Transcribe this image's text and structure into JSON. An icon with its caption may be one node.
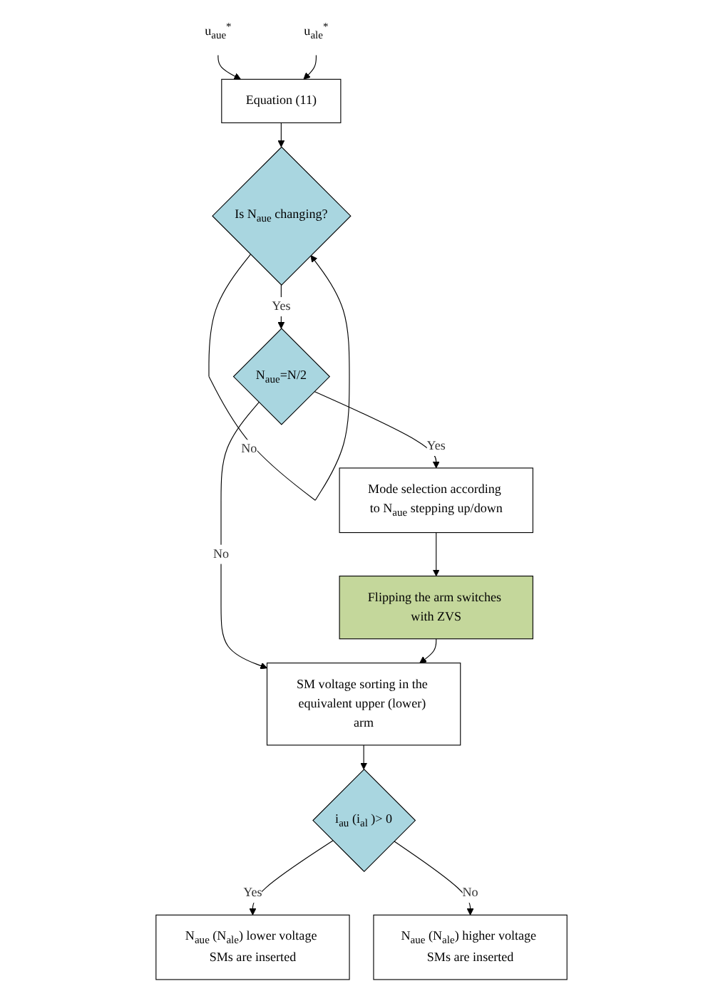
{
  "diagram": {
    "nodes": [
      {
        "text": [
          "u$_{aue}$$^{*}$"
        ]
      },
      {
        "text": [
          "u$_{ale}$$^{*}$"
        ]
      },
      {
        "text": [
          "Equation (11)"
        ]
      },
      {
        "text": [
          "Is N$_{aue}$ changing?"
        ]
      },
      {
        "text": [
          "N$_{aue}$=N/2"
        ]
      },
      {
        "text": [
          "Mode selection according to N$_{aue}$ stepping up/down"
        ]
      },
      {
        "text": [
          "Flipping the arm switches with ZVS"
        ]
      },
      {
        "text": [
          "SM voltage sorting in the equivalent upper (lower) arm"
        ]
      },
      {
        "text": [
          "i$_{au}$ (i$_{al}$ )> 0"
        ]
      },
      {
        "text": [
          "N$_{aue}$ (N$_{ale}$) lower voltage SMs are inserted"
        ]
      },
      {
        "text": [
          "N$_{aue}$ (N$_{ale}$) higher voltage SMs are inserted"
        ]
      }
    ],
    "edges": [
      {
        "from": 0,
        "to": 2,
        "arrow": "to"
      },
      {
        "from": 1,
        "to": 2,
        "arrow": "to"
      },
      {
        "from": 2,
        "to": 3,
        "arrow": "to"
      },
      {
        "from": 3,
        "to": 3,
        "arrow": "to",
        "label": "No"
      },
      {
        "from": 3,
        "to": 4,
        "arrow": "to",
        "label": "Yes"
      },
      {
        "from": 4,
        "to": 5,
        "arrow": "to",
        "label": "Yes"
      },
      {
        "from": 4,
        "to": 7,
        "arrow": "to",
        "label": "No"
      },
      {
        "from": 5,
        "to": 6,
        "arrow": "to"
      },
      {
        "from": 6,
        "to": 7,
        "arrow": "to"
      },
      {
        "from": 7,
        "to": 8,
        "arrow": "to"
      },
      {
        "from": 8,
        "to": 9,
        "arrow": "to",
        "label": "Yes"
      },
      {
        "from": 8,
        "to": 10,
        "arrow": "to",
        "label": "No"
      }
    ]
  }
}
